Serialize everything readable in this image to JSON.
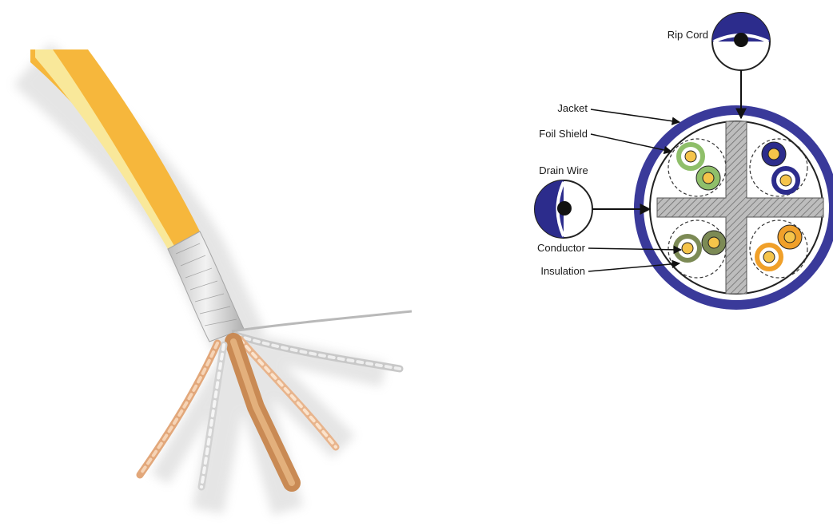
{
  "labels": {
    "rip_cord": "Rip Cord",
    "jacket": "Jacket",
    "foil_shield": "Foil Shield",
    "drain_wire": "Drain Wire",
    "conductor": "Conductor",
    "insulation": "Insulation"
  },
  "colors": {
    "jacket_ring": "#3a3a9a",
    "jacket_photo": "#f6b73c",
    "jacket_stripe": "#f9e89a",
    "foil": "#d8d8d8",
    "pair_green": "#8fbf6a",
    "pair_blue": "#2c2c8c",
    "pair_brown": "#7c8a55",
    "pair_orange": "#f0a02a",
    "conductor_core": "#f5c44a",
    "separator": "#9a9a9a"
  },
  "icons": {
    "cable_photo": "shielded-twisted-pair-cable-icon",
    "cross_section": "cable-cross-section-icon"
  }
}
